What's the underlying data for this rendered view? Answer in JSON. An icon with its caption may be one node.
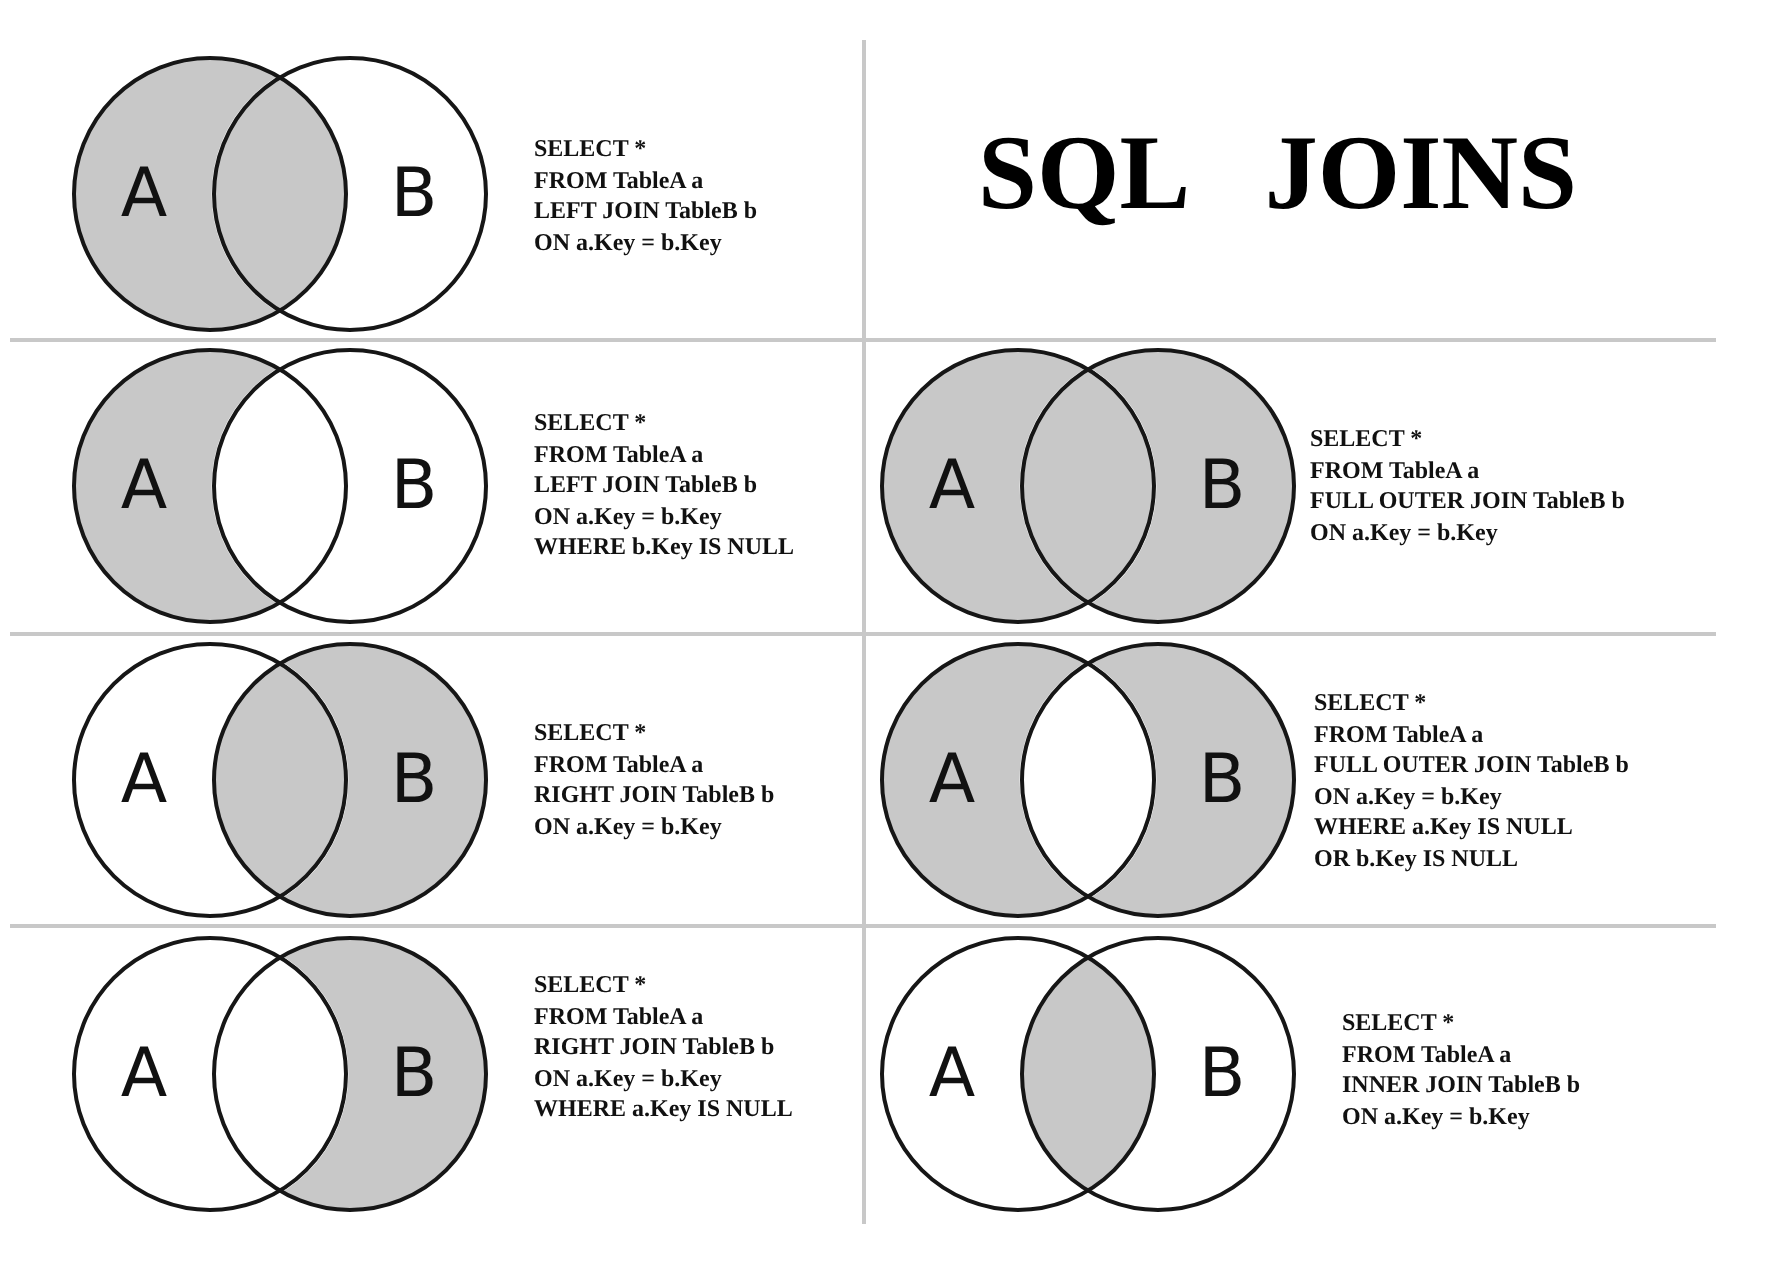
{
  "diagram": {
    "title": "SQL JOINS",
    "nodes": [
      {
        "text": [
          "A"
        ]
      },
      {
        "text": [
          "B"
        ]
      },
      {
        "text": [
          "A"
        ]
      },
      {
        "text": [
          "B"
        ]
      },
      {
        "text": [
          "A"
        ]
      },
      {
        "text": [
          "B"
        ]
      },
      {
        "text": [
          "A"
        ]
      },
      {
        "text": [
          "B"
        ]
      },
      {
        "text": [
          "A"
        ]
      },
      {
        "text": [
          "B"
        ]
      },
      {
        "text": [
          "A"
        ]
      },
      {
        "text": [
          "B"
        ]
      },
      {
        "text": [
          "A"
        ]
      },
      {
        "text": [
          "B"
        ]
      }
    ],
    "labels": [
      "SELECT * FROM TableA a LEFT JOIN TableB b ON a.Key = b.Key",
      "SELECT * FROM TableA a LEFT JOIN TableB b ON a.Key = b.Key WHERE b.Key IS NULL",
      "SELECT * FROM TableA a FULL OUTER JOIN TableB b ON a.Key = b.Key",
      "SELECT * FROM TableA a RIGHT JOIN TableB b ON a.Key = b.Key",
      "SELECT * FROM TableA a FULL OUTER JOIN TableB b ON a.Key = b.Key WHERE a.Key IS NULL OR b.Key IS NULL",
      "SELECT * FROM TableA a RIGHT JOIN TableB b ON a.Key = b.Key WHERE a.Key IS NULL",
      "SELECT * FROM TableA a INNER JOIN TableB b ON a.Key = b.Key"
    ]
  }
}
